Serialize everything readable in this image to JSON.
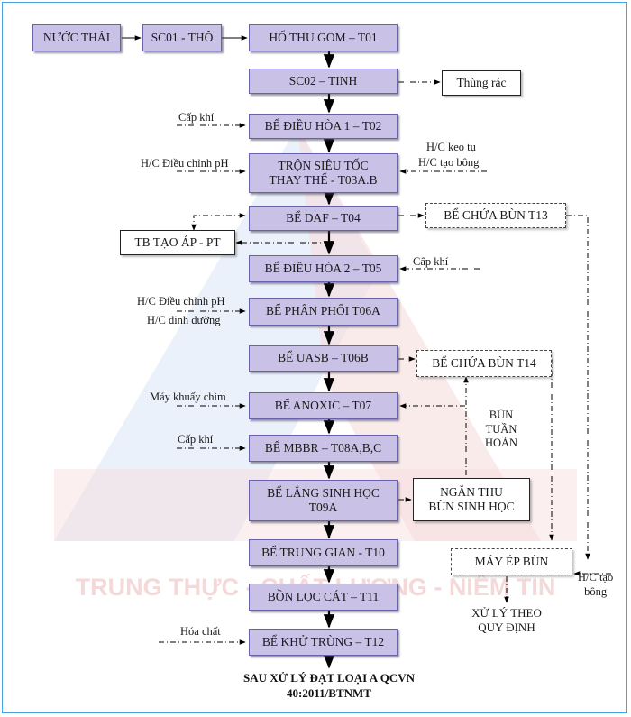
{
  "nodes": {
    "nuoc_thai": "NƯỚC THẢI",
    "sc01": "SC01 - THÔ",
    "ho_thu_gom": "HỐ THU GOM – T01",
    "sc02": "SC02 – TINH",
    "thung_rac": "Thùng rác",
    "dieu_hoa_1": "BỂ ĐIỀU HÒA 1 – T02",
    "tron_1": "TRỘN SIÊU TỐC",
    "tron_2": "THAY THẾ - T03A.B",
    "daf": "BỂ DAF – T04",
    "chua_bun_t13": "BỂ CHỨA  BÙN T13",
    "tb_tao_ap": "TB TẠO ÁP - PT",
    "dieu_hoa_2": "BỂ ĐIỀU HÒA 2 – T05",
    "phan_phoi": "BỂ PHÂN PHỐI  T06A",
    "uasb": "BỂ UASB – T06B",
    "chua_bun_t14": "BỂ CHỨA BÙN T14",
    "anoxic": "BỂ ANOXIC – T07",
    "mbbr": "BỂ MBBR – T08A,B,C",
    "lang_1": "BỂ LẮNG SINH HỌC",
    "lang_2": "T09A",
    "ngan_thu_1": "NGĂN THU",
    "ngan_thu_2": "BÙN SINH HỌC",
    "trung_gian": "BỂ TRUNG GIAN - T10",
    "bon_loc": "BỒN LỌC CÁT – T11",
    "may_ep_bun": "MÁY ÉP BÙN",
    "khu_trung": "BỂ KHỬ TRÙNG – T12"
  },
  "labels": {
    "cap_khi_1": "Cấp khí",
    "dieu_chinh_ph_1": "H/C Điều chỉnh pH",
    "keo_tu": "H/C keo tụ",
    "tao_bong_1": "H/C tạo bông",
    "cap_khi_2": "Cấp khí",
    "dieu_chinh_ph_2": "H/C Điều chỉnh pH",
    "dinh_duong": "H/C dinh dưỡng",
    "bun_tuan_hoan_1": "BÙN",
    "bun_tuan_hoan_2": "TUẦN",
    "bun_tuan_hoan_3": "HOÀN",
    "may_khuay": "Máy khuấy chìm",
    "cap_khi_3": "Cấp khí",
    "tao_bong_2a": "H/C tạo",
    "tao_bong_2b": "bông",
    "xu_ly_1": "XỬ LÝ THEO",
    "xu_ly_2": "QUY ĐỊNH",
    "hoa_chat": "Hóa chất"
  },
  "final": {
    "line1": "SAU XỬ LÝ ĐẠT LOẠI A QCVN",
    "line2": "40:2011/BTNMT"
  },
  "watermark": {
    "slogan": "TRUNG THỰC - CHẤT LƯỢNG - NIỀM TIN"
  }
}
